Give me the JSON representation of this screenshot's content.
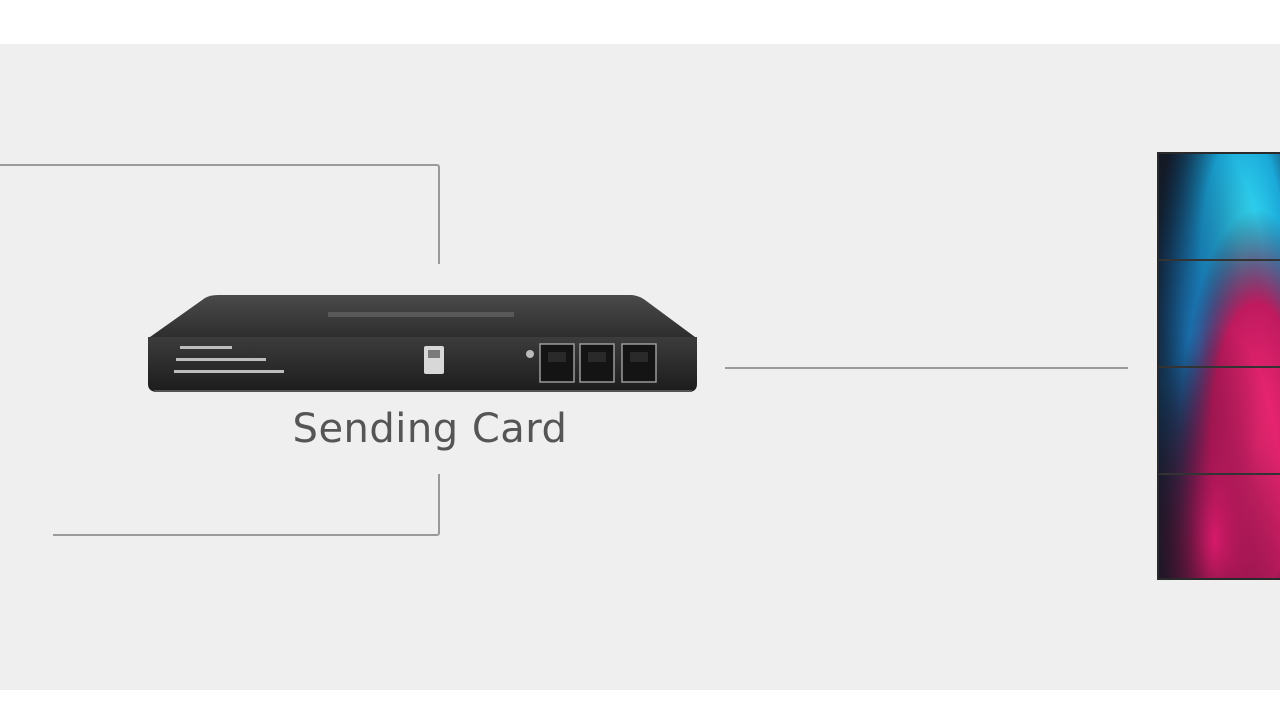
{
  "diagram": {
    "device": {
      "caption": "Sending Card",
      "body_color": "#3a3a3a",
      "ports": 3
    },
    "led_display": {
      "panels": 4,
      "colors": [
        "#25d6e6",
        "#1a5fa8",
        "#e0206a",
        "#8a1a5a"
      ]
    },
    "connector_color": "#9a9a9a",
    "background": "#efefef"
  }
}
